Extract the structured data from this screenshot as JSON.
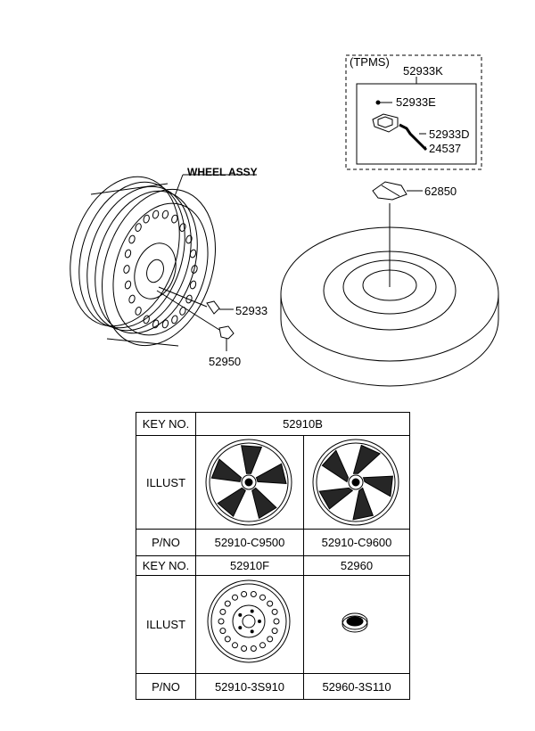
{
  "tpms": {
    "box_label": "(TPMS)",
    "assembly_part": "52933K",
    "parts": [
      "52933E",
      "52933D",
      "24537"
    ]
  },
  "wheel": {
    "assy_label": "WHEEL ASSY",
    "valve_part": "52933",
    "nut_part": "52950"
  },
  "spare": {
    "bracket_part": "62850"
  },
  "table": {
    "rows": [
      {
        "key_label": "KEY NO.",
        "illust_label": "ILLUST",
        "pno_label": "P/NO",
        "key_values": [
          "52910B"
        ],
        "part_numbers": [
          "52910-C9500",
          "52910-C9600"
        ]
      },
      {
        "key_label": "KEY NO.",
        "illust_label": "ILLUST",
        "pno_label": "P/NO",
        "key_values": [
          "52910F",
          "52960"
        ],
        "part_numbers": [
          "52910-3S910",
          "52960-3S110"
        ]
      }
    ]
  }
}
